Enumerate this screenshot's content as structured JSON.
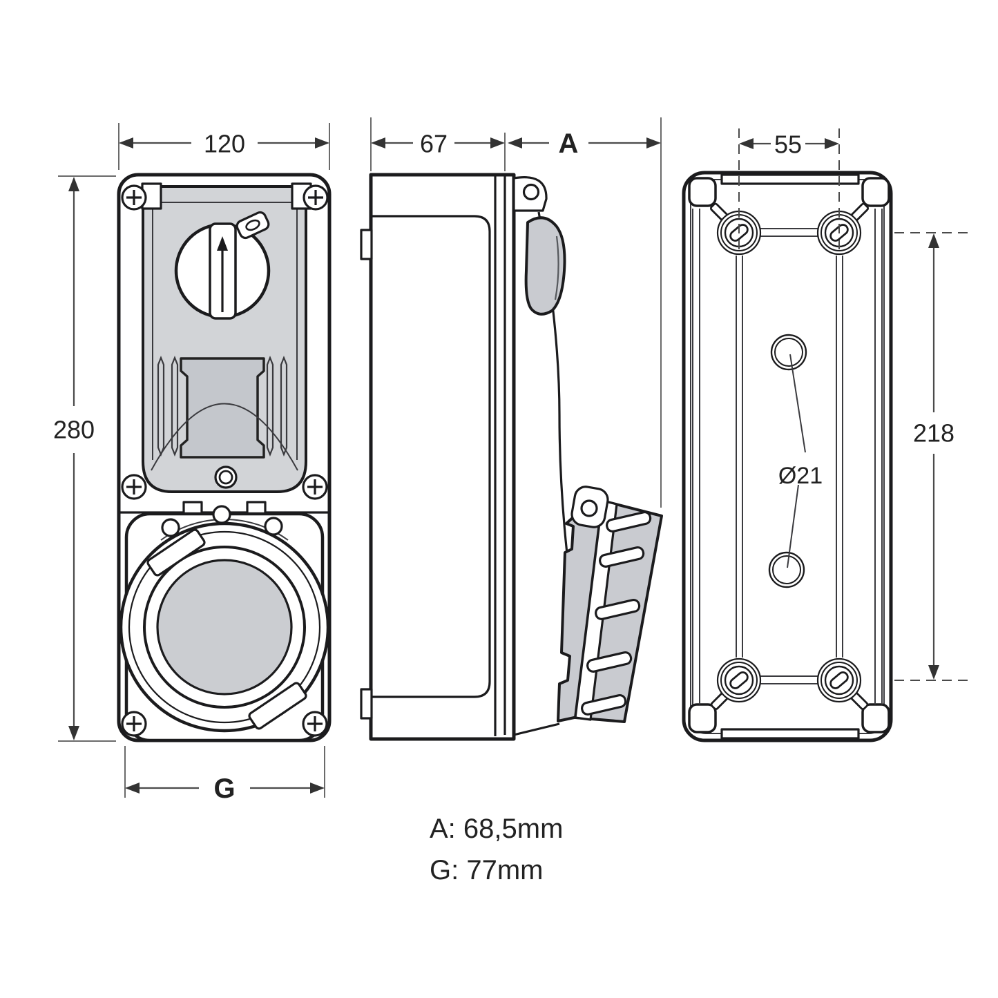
{
  "drawing": {
    "front": {
      "width_label": "120",
      "height_label": "280",
      "flange_width_label": "G"
    },
    "side": {
      "depth_label": "67",
      "flange_depth_label": "A"
    },
    "back": {
      "hole_spacing_label": "55",
      "fixing_height_label": "218",
      "hole_diameter_label": "Ø21"
    },
    "legend": {
      "line_a": "A: 68,5mm",
      "line_g": "G: 77mm"
    }
  }
}
